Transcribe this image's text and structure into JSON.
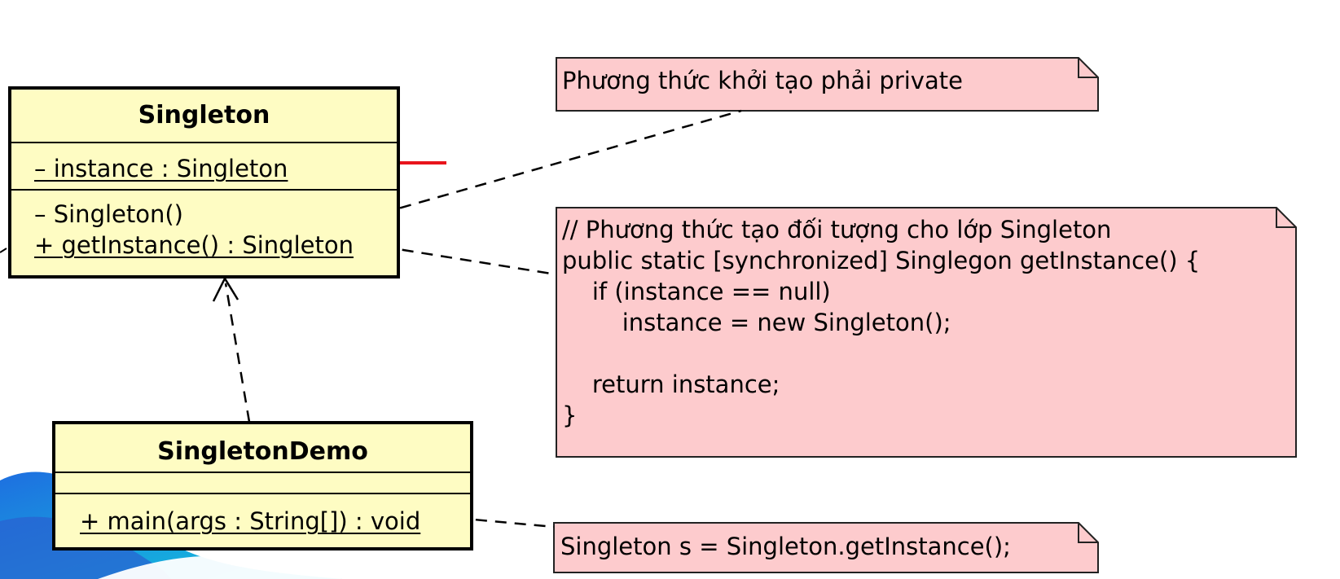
{
  "diagram": {
    "classes": {
      "singleton": {
        "name": "Singleton",
        "attribute": "– instance : Singleton",
        "methods": [
          "– Singleton()",
          "+ getInstance() : Singleton"
        ]
      },
      "demo": {
        "name": "SingletonDemo",
        "methods": [
          "+ main(args : String[]) : void"
        ]
      }
    },
    "notes": {
      "constructor": "Phương thức khởi tạo phải private",
      "get_instance_code": [
        "// Phương thức tạo đối tượng cho lớp Singleton",
        "public static [synchronized] Singlegon getInstance() {",
        "    if (instance == null)",
        "        instance = new Singleton();",
        "",
        "    return instance;",
        "}"
      ],
      "usage": "Singleton s = Singleton.getInstance();"
    },
    "colors": {
      "class_fill": "#fefcc3",
      "note_fill": "#fdcbcd",
      "highlight": "#e8141c",
      "background_wave_blue": "#1e6fe0",
      "background_wave_cyan": "#12c8dc"
    }
  }
}
